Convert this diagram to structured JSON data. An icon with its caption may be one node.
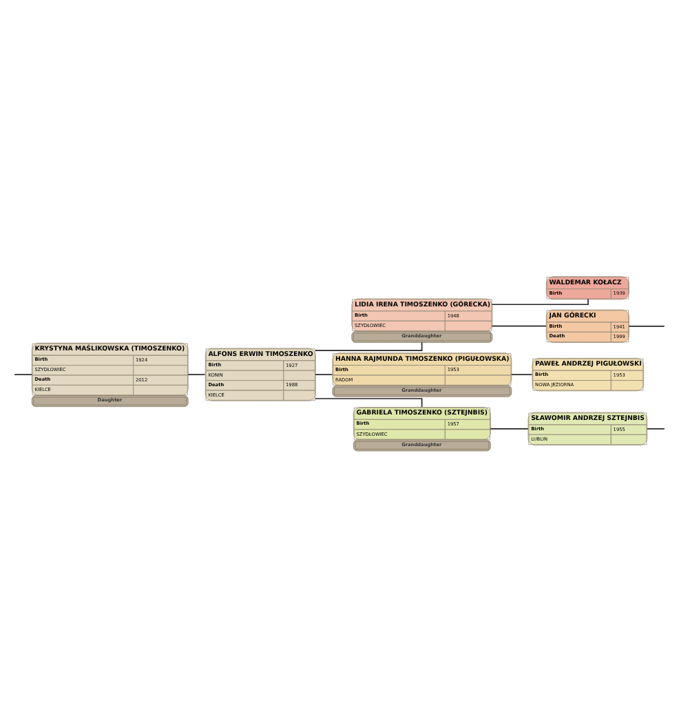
{
  "diagram": {
    "nodes": [
      {
        "text": [
          "KRYSTYNA MAŚLIKOWSKA (TIMOSZENKO)",
          "Birth",
          "1924",
          "SZYDŁOWIEC",
          "Death",
          "2012",
          "KIELCE"
        ],
        "beside": [
          "Daughter"
        ]
      },
      {
        "text": [
          "ALFONS ERWIN TIMOSZENKO",
          "Birth",
          "1927",
          "KONIN",
          "Death",
          "1988",
          "KIELCE"
        ]
      },
      {
        "text": [
          "LIDIA IRENA TIMOSZENKO (GÓRECKA)",
          "Birth",
          "1948",
          "SZYDŁOWIEC"
        ],
        "beside": [
          "Granddaughter"
        ]
      },
      {
        "text": [
          "WALDEMAR KOŁACZ",
          "Birth",
          "1939"
        ]
      },
      {
        "text": [
          "JAN GÓRECKI",
          "Birth",
          "1941",
          "Death",
          "1999"
        ]
      },
      {
        "text": [
          "HANNA RAJMUNDA TIMOSZENKO (PIGUŁOWSKA)",
          "Birth",
          "1953",
          "RADOM"
        ],
        "beside": [
          "Granddaughter"
        ]
      },
      {
        "text": [
          "PAWEŁ ANDRZEJ PIGUŁOWSKI",
          "Birth",
          "1953",
          "NOWA JEZIORNA"
        ]
      },
      {
        "text": [
          "GABRIELA TIMOSZENKO (SZTEJNBIS)",
          "Birth",
          "1957",
          "SZYDŁOWIEC"
        ],
        "beside": [
          "Granddaughter"
        ]
      },
      {
        "text": [
          "SŁAWOMIR ANDRZEJ SZTEJNBIS",
          "Birth",
          "1955",
          "LUBLIN"
        ]
      }
    ],
    "edges": [
      {
        "from": null,
        "to": 0,
        "arrow": "none"
      },
      {
        "from": 0,
        "to": 1,
        "arrow": "none"
      },
      {
        "from": 1,
        "to": 2,
        "arrow": "none"
      },
      {
        "from": 1,
        "to": 5,
        "arrow": "none"
      },
      {
        "from": 1,
        "to": 7,
        "arrow": "none"
      },
      {
        "from": 2,
        "to": 3,
        "arrow": "none"
      },
      {
        "from": 2,
        "to": 4,
        "arrow": "none"
      },
      {
        "from": 4,
        "to": null,
        "arrow": "none"
      },
      {
        "from": 5,
        "to": 6,
        "arrow": "none"
      },
      {
        "from": 7,
        "to": 8,
        "arrow": "none"
      },
      {
        "from": 8,
        "to": null,
        "arrow": "none"
      }
    ]
  }
}
